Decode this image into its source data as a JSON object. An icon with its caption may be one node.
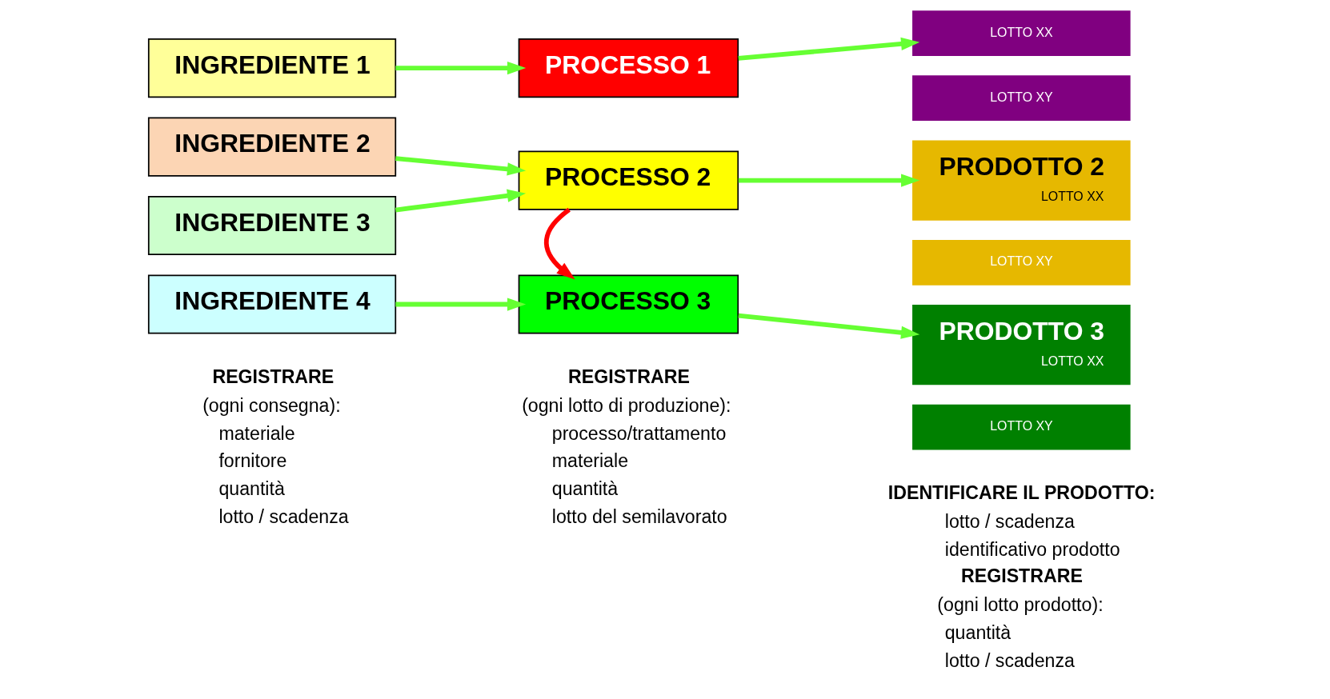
{
  "diagram": {
    "nodes": [
      {
        "text": [
          "INGREDIENTE 1"
        ]
      },
      {
        "text": [
          "INGREDIENTE 2"
        ]
      },
      {
        "text": [
          "INGREDIENTE 3"
        ]
      },
      {
        "text": [
          "INGREDIENTE 4"
        ]
      },
      {
        "text": [
          "PROCESSO 1"
        ]
      },
      {
        "text": [
          "PROCESSO 2"
        ]
      },
      {
        "text": [
          "PROCESSO 3"
        ]
      },
      {
        "text": [
          "LOTTO XX"
        ]
      },
      {
        "text": [
          "LOTTO XY"
        ]
      },
      {
        "text": [
          "PRODOTTO 2",
          "LOTTO XX"
        ]
      },
      {
        "text": [
          "LOTTO XY"
        ]
      },
      {
        "text": [
          "PRODOTTO 3",
          "LOTTO XX"
        ]
      },
      {
        "text": [
          "LOTTO XY"
        ]
      }
    ],
    "edges": [
      {
        "from": 0,
        "to": 4,
        "arrow": "to"
      },
      {
        "from": 1,
        "to": 5,
        "arrow": "to"
      },
      {
        "from": 2,
        "to": 5,
        "arrow": "to"
      },
      {
        "from": 3,
        "to": 6,
        "arrow": "to"
      },
      {
        "from": 5,
        "to": 6,
        "arrow": "to",
        "color": "#ff0000"
      },
      {
        "from": 4,
        "to": 7,
        "arrow": "to"
      },
      {
        "from": 5,
        "to": 9,
        "arrow": "to"
      },
      {
        "from": 6,
        "to": 11,
        "arrow": "to"
      }
    ],
    "labels": [
      "REGISTRARE",
      "(ogni consegna):",
      "materiale",
      "fornitore",
      "quantità",
      "lotto / scadenza",
      "REGISTRARE",
      "(ogni lotto di produzione):",
      "processo/trattamento",
      "materiale",
      "quantità",
      "lotto del semilavorato",
      "IDENTIFICARE IL PRODOTTO:",
      "lotto / scadenza",
      "identificativo prodotto",
      "REGISTRARE",
      "(ogni lotto prodotto):",
      "quantità",
      "lotto / scadenza"
    ]
  }
}
